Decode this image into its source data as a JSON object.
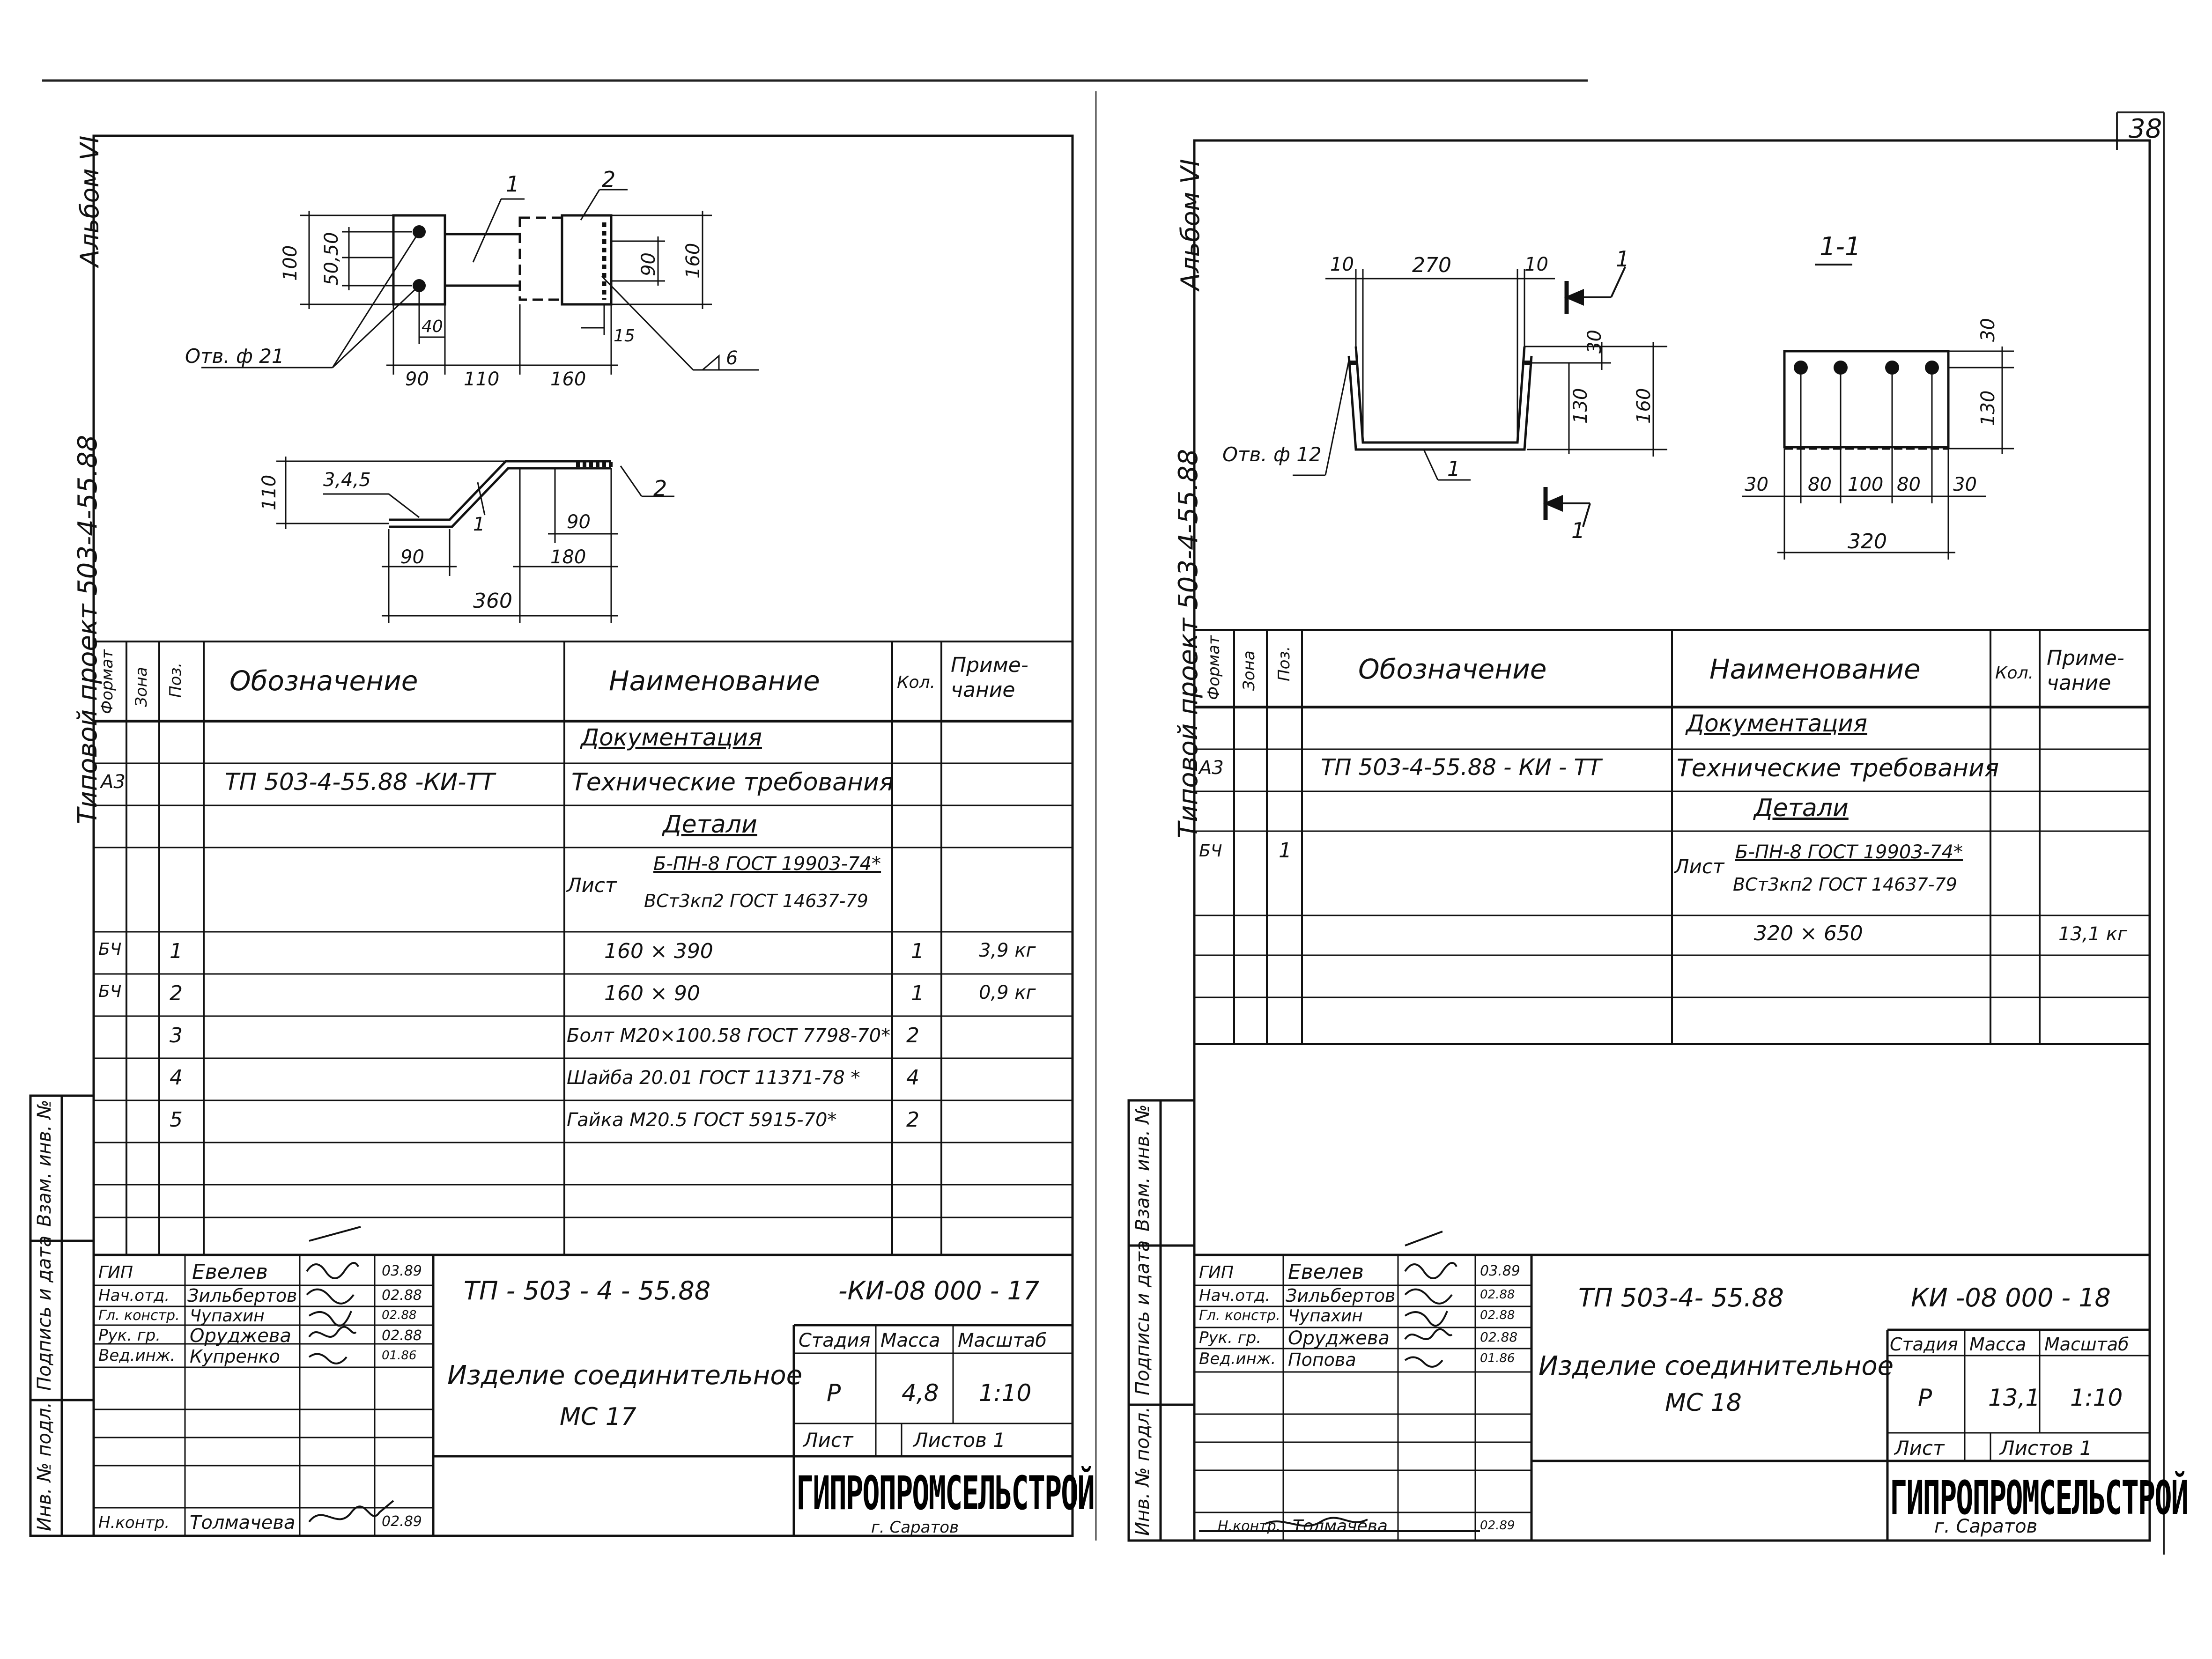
{
  "page_number": "38",
  "left": {
    "side_title": {
      "album": "Альбом VI",
      "project": "Типовой проект 503-4-55.88"
    },
    "dims": {
      "plan": {
        "d100": "100",
        "d5050": "50,50",
        "d40": "40",
        "d90a": "90",
        "d110": "110",
        "d160a": "160",
        "d90v": "90",
        "d160v": "160",
        "d15": "15",
        "hole": "Отв. ф 21",
        "weld": "6",
        "pos1": "1",
        "pos2": "2"
      },
      "side": {
        "d110": "110",
        "p345": "3,4,5",
        "pos1": "1",
        "pos2": "2",
        "d90a": "90",
        "d90b": "90",
        "d180": "180",
        "d360": "360"
      }
    },
    "table": {
      "headers": {
        "format": "Формат",
        "zone": "Зона",
        "pos": "Поз.",
        "designation": "Обозначение",
        "name": "Наименование",
        "qty": "Кол.",
        "note": "Приме-\nчание"
      },
      "rows": {
        "documentation": "Документация",
        "tech_format": "А3",
        "tech_designation": "ТП 503-4-55.88 -КИ-ТТ",
        "tech_name": "Технические требования",
        "details": "Детали",
        "sheet_label": "Лист",
        "sheet_spec_top": "Б-ПН-8 ГОСТ 19903-74*",
        "sheet_spec_bottom": "ВСт3кп2 ГОСТ 14637-79",
        "r1": {
          "format": "БЧ",
          "pos": "1",
          "name": "160 × 390",
          "qty": "1",
          "note": "3,9 кг"
        },
        "r2": {
          "format": "БЧ",
          "pos": "2",
          "name": "160 × 90",
          "qty": "1",
          "note": "0,9 кг"
        },
        "r3": {
          "pos": "3",
          "name": "Болт М20×100.58 ГОСТ 7798-70*",
          "qty": "2"
        },
        "r4": {
          "pos": "4",
          "name": "Шайба 20.01 ГОСТ 11371-78 *",
          "qty": "4"
        },
        "r5": {
          "pos": "5",
          "name": "Гайка М20.5 ГОСТ 5915-70*",
          "qty": "2"
        }
      }
    },
    "titleblock": {
      "roles": [
        "ГИП",
        "Нач.отд.",
        "Гл. констр.",
        "Рук. гр.",
        "Вед.инж.",
        "",
        "",
        "",
        "Н.контр."
      ],
      "names": [
        "Евелев",
        "Зильбертов",
        "Чупахин",
        "Оруджева",
        "Купренко",
        "",
        "",
        "",
        "Толмачева"
      ],
      "dates": [
        "03.89",
        "02.88",
        "02.88",
        "02.88",
        "01.86",
        "",
        "",
        "",
        "02.89"
      ],
      "code": "ТП - 503 - 4 - 55.88",
      "sheet_code": "-КИ-08 000 - 17",
      "product_line1": "Изделие соединительное",
      "product_line2": "МС 17",
      "stage_label": "Стадия",
      "mass_label": "Масса",
      "scale_label": "Масштаб",
      "stage": "Р",
      "mass": "4,8",
      "scale": "1:10",
      "sheet_label": "Лист",
      "sheets_label": "Листов 1",
      "org": "ГИПРОПРОМСЕЛЬСТРОЙ",
      "city": "г. Саратов"
    },
    "margin": {
      "inv": "Взам. инв. №",
      "sign": "Подпись и дата",
      "inv_orig": "Инв. № подл."
    }
  },
  "right": {
    "side_title": {
      "album": "Альбом VI",
      "project": "Типовой проект 503-4-55.88"
    },
    "dims": {
      "front": {
        "d10a": "10",
        "d270": "270",
        "d10b": "10",
        "d30": "30",
        "d130": "130",
        "d160": "160",
        "hole": "Отв. ф 12",
        "pos1": "1",
        "cut_top": "1",
        "cut_bottom": "1"
      },
      "section": {
        "title": "1-1",
        "d30v": "30",
        "d130v": "130",
        "d30a": "30",
        "d80a": "80",
        "d100": "100",
        "d80b": "80",
        "d30b": "30",
        "d320": "320"
      }
    },
    "table": {
      "headers": {
        "format": "Формат",
        "zone": "Зона",
        "pos": "Поз.",
        "designation": "Обозначение",
        "name": "Наименование",
        "qty": "Кол.",
        "note": "Приме-\nчание"
      },
      "rows": {
        "documentation": "Документация",
        "tech_format": "А3",
        "tech_designation": "ТП 503-4-55.88 - КИ - ТТ",
        "tech_name": "Технические требования",
        "details": "Детали",
        "r1_format": "БЧ",
        "r1_pos": "1",
        "sheet_label": "Лист",
        "sheet_spec_top": "Б-ПН-8 ГОСТ 19903-74*",
        "sheet_spec_bottom": "ВСт3кп2 ГОСТ 14637-79",
        "r1_size": "320 × 650",
        "r1_note": "13,1 кг"
      }
    },
    "titleblock": {
      "roles": [
        "ГИП",
        "Нач.отд.",
        "Гл. констр.",
        "Рук. гр.",
        "Вед.инж.",
        "",
        "",
        "",
        "Н.контр."
      ],
      "names": [
        "Евелев",
        "Зильбертов",
        "Чупахин",
        "Оруджева",
        "Попова",
        "",
        "",
        "",
        "Толмачева"
      ],
      "dates": [
        "03.89",
        "02.88",
        "02.88",
        "02.88",
        "01.86",
        "",
        "",
        "",
        "02.89"
      ],
      "code": "ТП 503-4- 55.88",
      "sheet_code": "КИ -08 000 - 18",
      "product_line1": "Изделие соединительное",
      "product_line2": "МС 18",
      "stage_label": "Стадия",
      "mass_label": "Масса",
      "scale_label": "Масштаб",
      "stage": "Р",
      "mass": "13,1",
      "scale": "1:10",
      "sheet_label": "Лист",
      "sheets_label": "Листов 1",
      "org": "ГИПРОПРОМСЕЛЬСТРОЙ",
      "city": "г. Саратов"
    },
    "margin": {
      "inv": "Взам. инв. №",
      "sign": "Подпись и дата",
      "inv_orig": "Инв. № подл."
    }
  }
}
